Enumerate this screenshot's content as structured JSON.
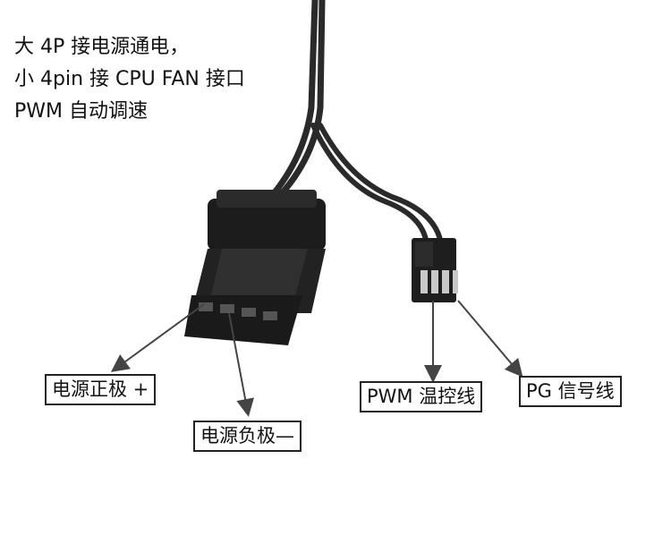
{
  "intro": {
    "line1": "大 4P 接电源通电，",
    "line2": "小 4pin 接 CPU FAN 接口",
    "line3": "PWM 自动调速"
  },
  "callouts": {
    "power_positive": "电源正极 +",
    "power_negative": "电源负极—",
    "pwm_line": "PWM 温控线",
    "pg_line": "PG 信号线"
  },
  "colors": {
    "cable": "#2a2a2a",
    "connector": "#1c1c1c",
    "background": "#ffffff",
    "text": "#111111"
  }
}
